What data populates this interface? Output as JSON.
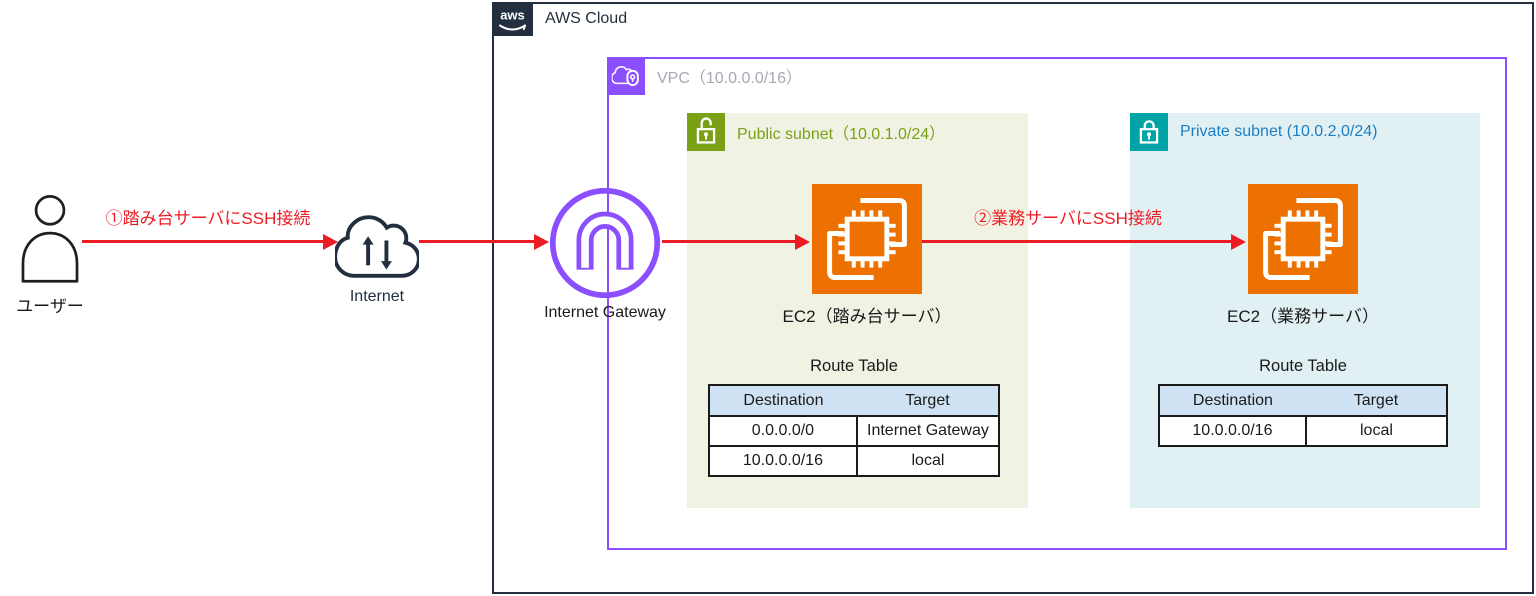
{
  "diagram": {
    "aws_cloud": {
      "label": "AWS Cloud",
      "logo_text": "aws"
    },
    "vpc": {
      "label": "VPC（10.0.0.0/16）"
    },
    "public_subnet": {
      "label": "Public subnet（10.0.1.0/24）"
    },
    "private_subnet": {
      "label": "Private subnet (10.0.2,0/24)"
    },
    "nodes": {
      "user": {
        "label": "ユーザー"
      },
      "internet": {
        "label": "Internet"
      },
      "internet_gateway": {
        "label": "Internet Gateway"
      },
      "ec2_bastion": {
        "label": "EC2（踏み台サーバ）"
      },
      "ec2_business": {
        "label": "EC2（業務サーバ）"
      }
    },
    "arrows": {
      "step1": {
        "label": "①踏み台サーバにSSH接続"
      },
      "step2": {
        "label": "②業務サーバにSSH接続"
      }
    },
    "route_tables": {
      "public": {
        "title": "Route Table",
        "headers": [
          "Destination",
          "Target"
        ],
        "rows": [
          [
            "0.0.0.0/0",
            "Internet Gateway"
          ],
          [
            "10.0.0.0/16",
            "local"
          ]
        ]
      },
      "private": {
        "title": "Route Table",
        "headers": [
          "Destination",
          "Target"
        ],
        "rows": [
          [
            "10.0.0.0/16",
            "local"
          ]
        ]
      }
    },
    "colors": {
      "arrow_red": "#EC1C24",
      "vpc_purple": "#8C4FFF",
      "public_green": "#7AA116",
      "private_teal": "#00A4A6",
      "private_text_blue": "#1B7EC2",
      "navy": "#232F3E",
      "ec2_orange": "#ED7100",
      "public_subnet_bg": "#F0F2E3",
      "private_subnet_bg": "#E1F1F3",
      "table_header_bg": "#CFE2F3"
    }
  }
}
